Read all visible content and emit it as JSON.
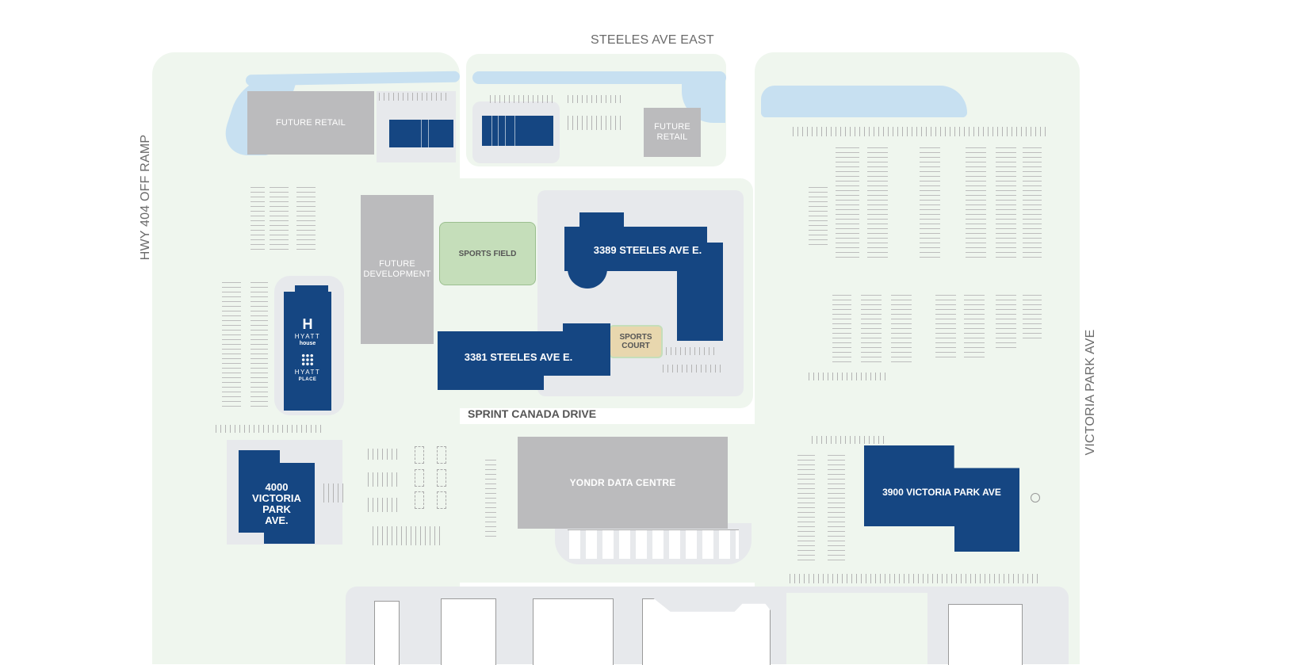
{
  "map": {
    "roads": {
      "north": "STEELES AVE EAST",
      "west": "HWY 404 OFF RAMP",
      "east": "VICTORIA PARK AVE",
      "internal": "SPRINT CANADA DRIVE"
    },
    "buildings": {
      "future_retail_west": "FUTURE RETAIL",
      "future_retail_east": "FUTURE RETAIL",
      "future_development": "FUTURE DEVELOPMENT",
      "steeles_3389": "3389 STEELES AVE E.",
      "steeles_3381": "3381 STEELES AVE E.",
      "victoria_4000": "4000 VICTORIA PARK AVE.",
      "victoria_3900": "3900 VICTORIA PARK AVE",
      "data_centre": "YONDR DATA CENTRE"
    },
    "amenities": {
      "sports_field": "SPORTS FIELD",
      "sports_court": "SPORTS COURT"
    },
    "hotel": {
      "brand1_name": "HYATT",
      "brand1_sub": "house",
      "brand2_name": "HYATT",
      "brand2_sub": "PLACE"
    },
    "colors": {
      "building": "#154682",
      "future": "#bbbbbd",
      "green_space": "#eff6ee",
      "water": "#c7e0f1",
      "paved": "#e7e9ec",
      "sports_field": "#c5deba",
      "sports_court": "#e8d7ae"
    }
  }
}
